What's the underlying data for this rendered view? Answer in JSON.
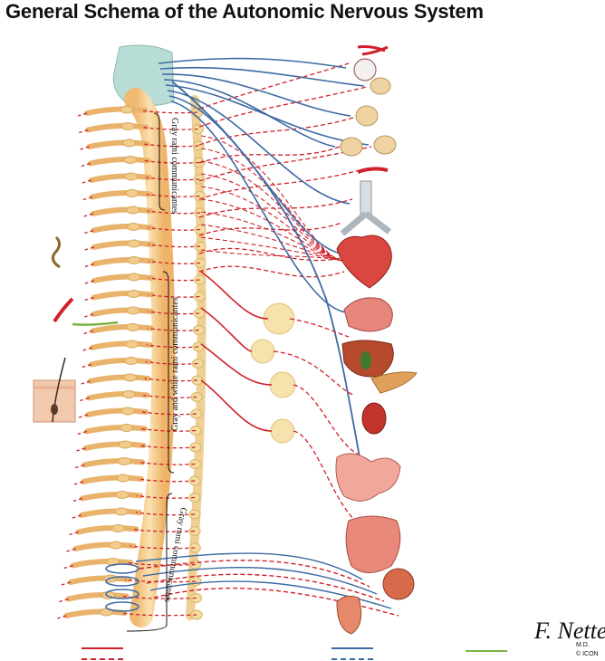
{
  "title": "General Schema of the Autonomic Nervous System",
  "labels": {
    "upper": "Gray rami communicantes",
    "middle": "Gray and white rami communicantes",
    "lower": "Gray rami communicantes"
  },
  "signature": {
    "name": "F. Netter",
    "suffix": "M.D.",
    "mark": "© ICON"
  },
  "colors": {
    "sympathetic": "#d0202a",
    "parasympathetic": "#3d6aa3",
    "visceral_afferent": "#7cb342",
    "cord": "#f4c98a",
    "ganglion": "#f3dca0",
    "organ": "#e88a80"
  }
}
